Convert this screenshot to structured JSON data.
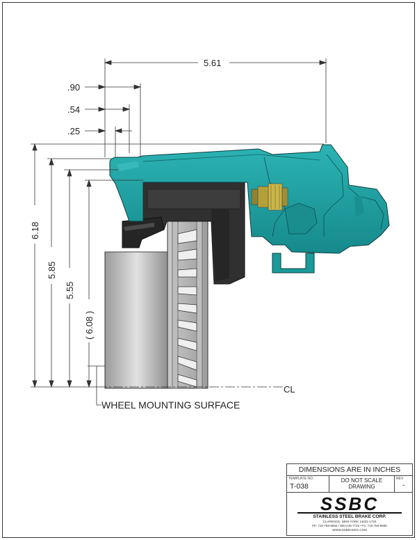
{
  "dimensions": {
    "overall_width": "5.61",
    "d90": ".90",
    "d54": ".54",
    "d25": ".25",
    "h618": "6.18",
    "h585": "5.85",
    "h555": "5.55",
    "h608": "( 6.08 )"
  },
  "labels": {
    "centerline": "CL",
    "wheel_mounting_surface": "WHEEL MOUNTING SURFACE"
  },
  "title_block": {
    "header": "DIMENSIONS ARE IN INCHES",
    "template_label": "TEMPLATE NO.",
    "template_no": "T-038",
    "scale_note_line1": "DO NOT SCALE",
    "scale_note_line2": "DRAWING",
    "rev_label": "REV",
    "rev_value": "-",
    "company_logo": "SSBC",
    "company_name": "STAINLESS STEEL BRAKE CORP.",
    "address": "CLARENCE, NEW YORK 14031-1720",
    "phone": "Ph: 716-759-8666 / 800-448-7722 • Fx: 716-759-8688",
    "website": "WWW.SSBRAKES.COM"
  },
  "colors": {
    "caliper_body": "#1f9e9e",
    "caliper_dark": "#126e70",
    "bracket_gray": "#2e2e2e",
    "fitting_brass": "#b3a038",
    "rotor_gray": "#8a8a8a"
  }
}
